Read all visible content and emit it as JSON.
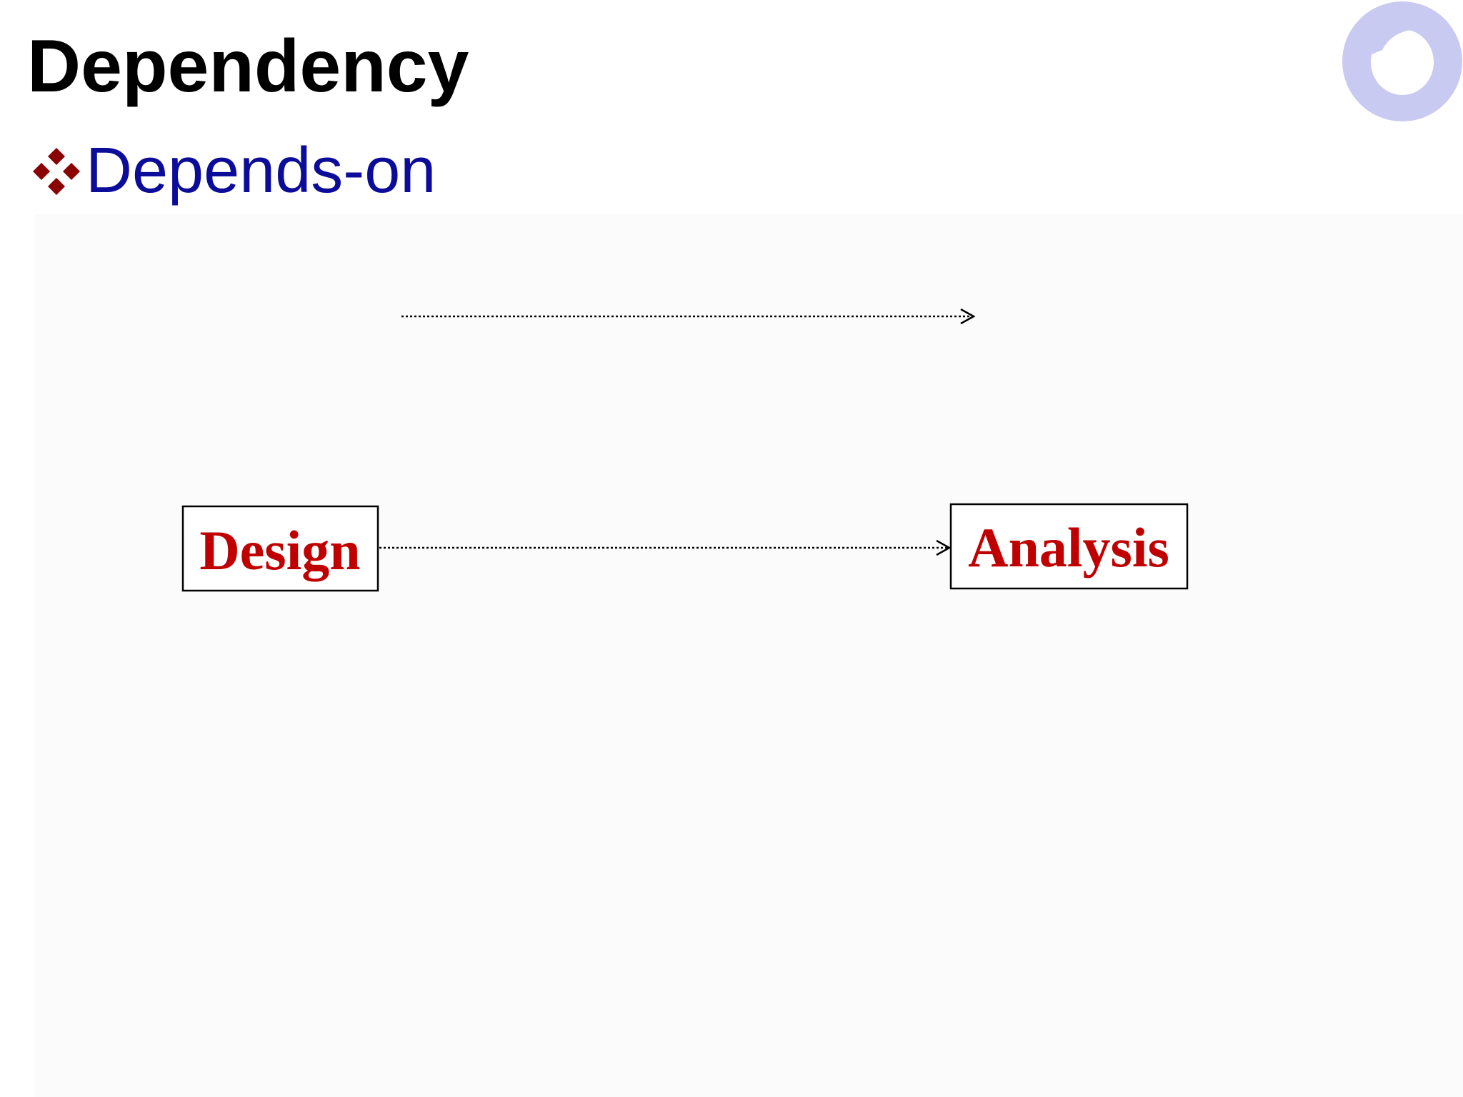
{
  "slide": {
    "title": "Dependency",
    "bullet": {
      "icon": "diamond-cluster-bullet-icon",
      "text": "Depends-on",
      "color": "#0c0c9a",
      "icon_color": "#8b0000"
    }
  },
  "diagram": {
    "nodes": [
      {
        "id": "design",
        "label": "Design",
        "color": "#c00000"
      },
      {
        "id": "analysis",
        "label": "Analysis",
        "color": "#c00000"
      }
    ],
    "edges": [
      {
        "from": "design",
        "to": "analysis",
        "style": "dotted",
        "head": "open-arrow"
      }
    ],
    "legend_arrow": {
      "style": "dotted",
      "head": "open-arrow"
    }
  },
  "logo": {
    "icon": "circular-swirl-logo-icon",
    "color": "#c9caf2"
  }
}
